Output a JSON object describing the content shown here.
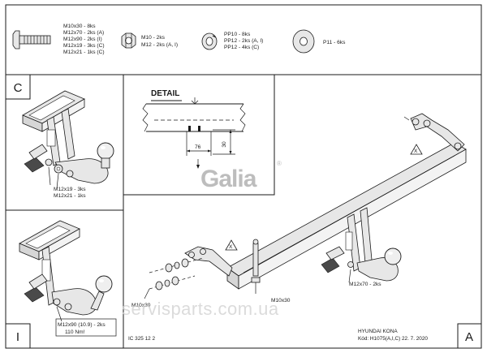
{
  "parts_list": {
    "bolts": [
      "M10x30 - 8ks",
      "M12x70 - 2ks (A)",
      "M12x90 - 2ks (I)",
      "M12x19 - 3ks (C)",
      "M12x21 - 1ks (C)"
    ],
    "nuts": [
      "M10 - 2ks",
      "M12 - 2ks (A, I)"
    ],
    "spring_washers": [
      "PP10 - 8ks",
      "PP12 - 2ks (A, I)",
      "PP12 - 4ks (C)"
    ],
    "flat_washer": "P11 - 6ks"
  },
  "view_c": {
    "letter": "C",
    "callouts": [
      "M12x19 - 3ks",
      "M12x21 - 1ks"
    ]
  },
  "detail": {
    "title": "DETAIL",
    "dim_horizontal": "76",
    "dim_vertical": "30"
  },
  "logo": {
    "text": "Galia",
    "mark": "®"
  },
  "view_i": {
    "letter": "I",
    "callouts": [
      "M12x90 (10.9) - 2ks",
      "110 Nm!"
    ]
  },
  "main_view": {
    "letter": "A",
    "callouts": {
      "bolt_a": "M12x70 - 2ks",
      "bolt_m10_left": "M10x30",
      "bolt_m10_bottom": "M10x30"
    },
    "warning_mark": "X"
  },
  "footer": {
    "code": "IC 325 12 2",
    "vehicle": "HYUNDAI KONA",
    "part_code": "Kód: H1075(A,I,C)  22. 7. 2020"
  },
  "watermark": "servisparts.com.ua"
}
